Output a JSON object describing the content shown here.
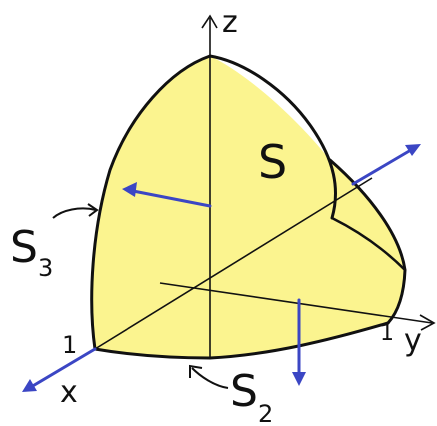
{
  "labels": {
    "z_axis": "z",
    "y_axis": "y",
    "x_axis": "x",
    "surface_s": "S",
    "surface_s2": "S",
    "surface_s2_sub": "2",
    "surface_s3": "S",
    "surface_s3_sub": "3",
    "tick_x": "1",
    "tick_y": "1"
  },
  "colors": {
    "fill": "#fbf48f",
    "outline": "#111111",
    "normal_arrows": "#3b46c4"
  }
}
